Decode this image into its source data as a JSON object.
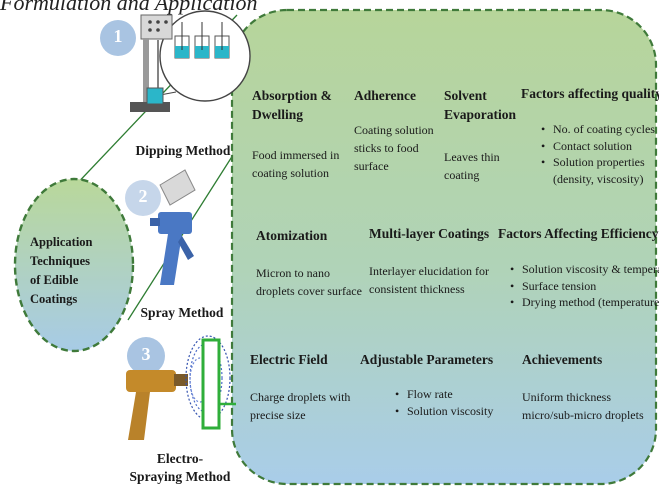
{
  "header": "Formulation and Application",
  "center_label": {
    "lines": [
      "Application",
      "Techniques",
      "of Edible",
      "Coatings"
    ]
  },
  "methods": [
    {
      "number": "1",
      "label": "Dipping Method"
    },
    {
      "number": "2",
      "label": "Spray Method"
    },
    {
      "number": "3",
      "label": "Electro-\nSpraying Method"
    }
  ],
  "rows": [
    {
      "cells": [
        {
          "title": "Absorption &\nDwelling",
          "desc": "Food immersed in\ncoating solution"
        },
        {
          "title": "Adherence",
          "desc": "Coating solution\nsticks to food\nsurface"
        },
        {
          "title": "Solvent\nEvaporation",
          "desc": "Leaves thin\ncoating"
        },
        {
          "title": "Factors affecting quality",
          "bullets": [
            "No. of coating cycles",
            "Contact solution",
            "Solution properties\n(density, viscosity)"
          ]
        }
      ]
    },
    {
      "cells": [
        {
          "title": "Atomization",
          "desc": "Micron to nano\ndroplets cover surface"
        },
        {
          "title": "Multi-layer Coatings",
          "desc": "Interlayer elucidation for\nconsistent thickness"
        },
        {
          "title": "Factors Affecting Efficiency",
          "bullets": [
            "Solution viscosity & temperature",
            "Surface tension",
            "Drying method (temperature, time)"
          ]
        }
      ]
    },
    {
      "cells": [
        {
          "title": "Electric Field",
          "desc": "Charge droplets with\nprecise size"
        },
        {
          "title": "Adjustable Parameters",
          "bullets": [
            "Flow rate",
            "Solution viscosity"
          ]
        },
        {
          "title": "Achievements",
          "desc": "Uniform thickness\nmicro/sub-micro droplets"
        }
      ]
    }
  ],
  "colors": {
    "panel_top": "#b7d59a",
    "panel_bottom": "#a9cde9",
    "dash": "#3f7a3a",
    "circle_badge": "#a9c4e2",
    "connector": "#2e7d32"
  }
}
